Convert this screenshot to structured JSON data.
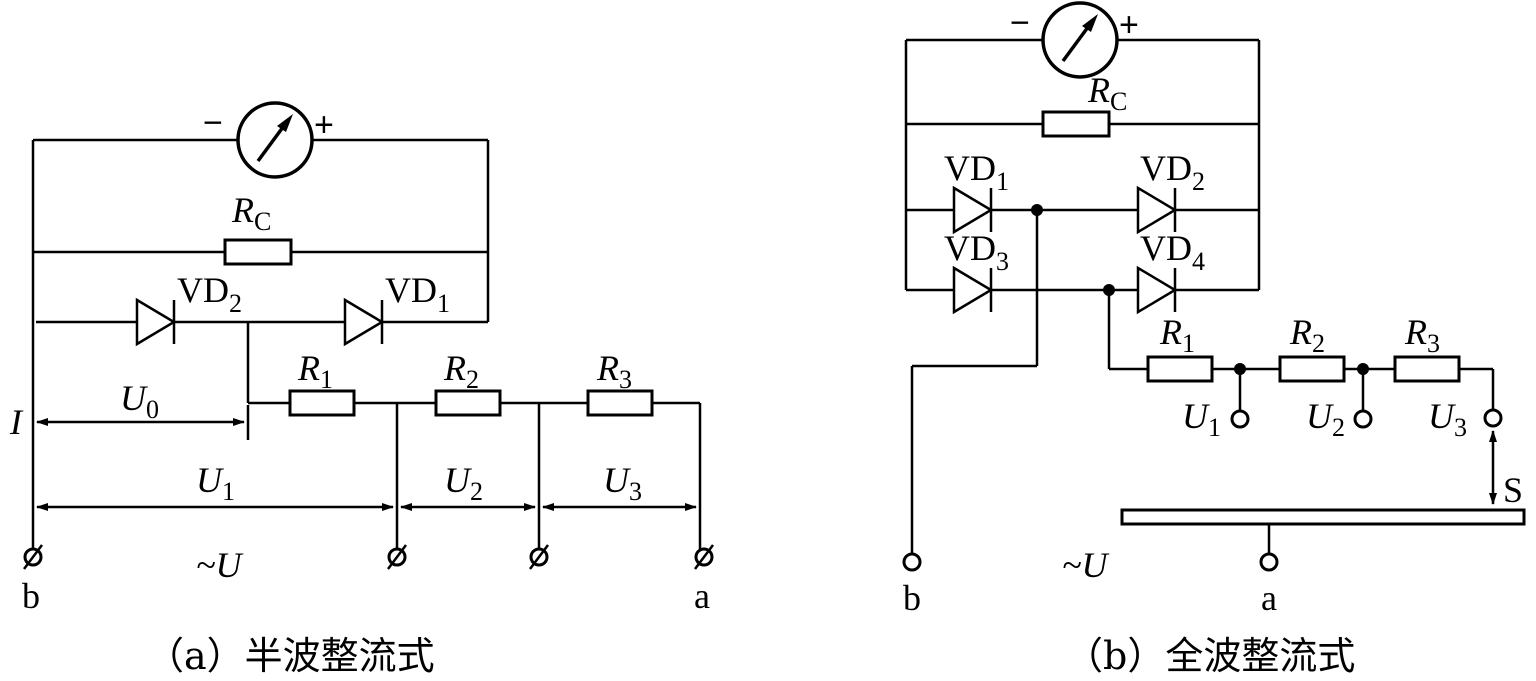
{
  "diagram_a": {
    "meter_minus": "−",
    "meter_plus": "+",
    "rc_main": "R",
    "rc_sub": "C",
    "vd2_main": "VD",
    "vd2_sub": "2",
    "vd1_main": "VD",
    "vd1_sub": "1",
    "r1_main": "R",
    "r1_sub": "1",
    "r2_main": "R",
    "r2_sub": "2",
    "r3_main": "R",
    "r3_sub": "3",
    "i_label": "I",
    "u0_main": "U",
    "u0_sub": "0",
    "u1_main": "U",
    "u1_sub": "1",
    "u2_main": "U",
    "u2_sub": "2",
    "u3_main": "U",
    "u3_sub": "3",
    "source_label": "~U",
    "term_b": "b",
    "term_a": "a",
    "caption": "（a）半波整流式"
  },
  "diagram_b": {
    "meter_minus": "−",
    "meter_plus": "+",
    "rc_main": "R",
    "rc_sub": "C",
    "vd1_main": "VD",
    "vd1_sub": "1",
    "vd2_main": "VD",
    "vd2_sub": "2",
    "vd3_main": "VD",
    "vd3_sub": "3",
    "vd4_main": "VD",
    "vd4_sub": "4",
    "r1_main": "R",
    "r1_sub": "1",
    "r2_main": "R",
    "r2_sub": "2",
    "r3_main": "R",
    "r3_sub": "3",
    "u1_main": "U",
    "u1_sub": "1",
    "u2_main": "U",
    "u2_sub": "2",
    "u3_main": "U",
    "u3_sub": "3",
    "switch_label": "S",
    "source_label": "~U",
    "term_b": "b",
    "term_a": "a",
    "caption": "（b）全波整流式"
  }
}
